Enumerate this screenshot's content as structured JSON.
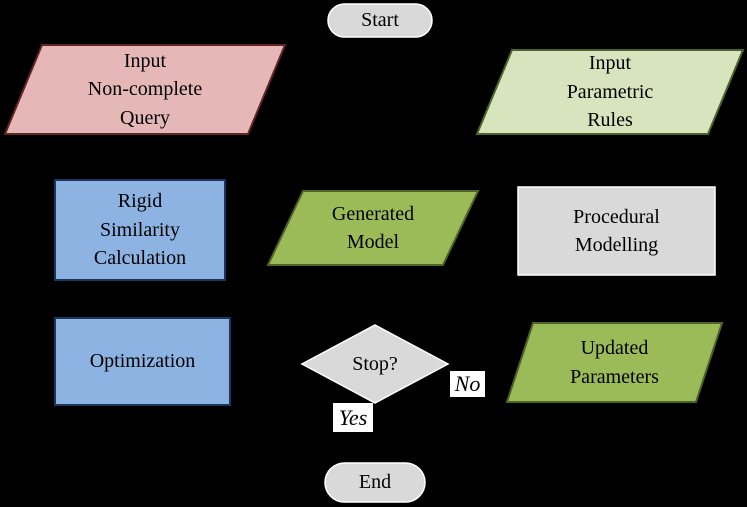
{
  "diagram": {
    "background": "#000000",
    "text_color": "#000000",
    "nodes": {
      "start": {
        "shape": "terminator",
        "label": "Start",
        "fill": "#d9d9d9",
        "stroke": "#ffffff"
      },
      "input_query": {
        "shape": "parallelogram",
        "label": "Input\nNon-complete\nQuery",
        "fill": "#e5b8b7",
        "stroke": "#632423"
      },
      "input_rules": {
        "shape": "parallelogram",
        "label": "Input\nParametric\nRules",
        "fill": "#d7e4bd",
        "stroke": "#4f6228"
      },
      "rigid_similarity": {
        "shape": "process",
        "label": "Rigid\nSimilarity\nCalculation",
        "fill": "#8db3e2",
        "stroke": "#17375d"
      },
      "generated_model": {
        "shape": "parallelogram",
        "label": "Generated\nModel",
        "fill": "#9bbb59",
        "stroke": "#4f6228"
      },
      "procedural_modelling": {
        "shape": "process",
        "label": "Procedural\nModelling",
        "fill": "#d9d9d9",
        "stroke": "#ffffff"
      },
      "optimization": {
        "shape": "process",
        "label": "Optimization",
        "fill": "#8db3e2",
        "stroke": "#17375d"
      },
      "stop_decision": {
        "shape": "decision",
        "label": "Stop?",
        "fill": "#d9d9d9",
        "stroke": "#ffffff"
      },
      "updated_parameters": {
        "shape": "parallelogram",
        "label": "Updated\nParameters",
        "fill": "#9bbb59",
        "stroke": "#4f6228"
      },
      "end": {
        "shape": "terminator",
        "label": "End",
        "fill": "#d9d9d9",
        "stroke": "#ffffff"
      }
    },
    "edge_labels": {
      "no": {
        "label": "No",
        "bg": "#ffffff"
      },
      "yes": {
        "label": "Yes",
        "bg": "#ffffff"
      }
    }
  }
}
